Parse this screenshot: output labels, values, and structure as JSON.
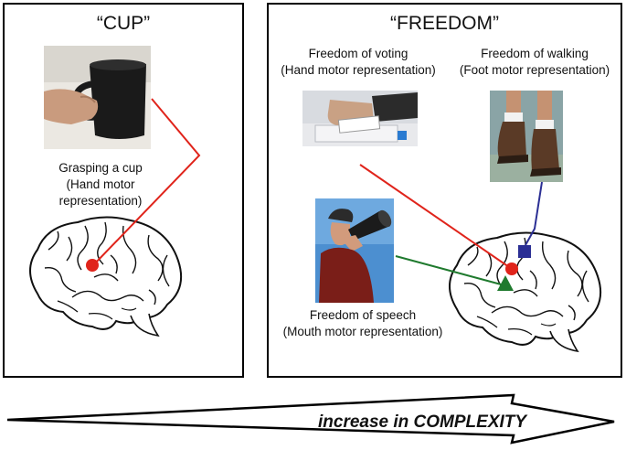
{
  "cup_panel": {
    "title": "“CUP”",
    "caption_lines": [
      "Grasping a cup",
      "(Hand motor",
      "representation)"
    ]
  },
  "freedom_panel": {
    "title": "“FREEDOM”",
    "voting": {
      "line1": "Freedom of voting",
      "line2": "(Hand motor representation)"
    },
    "walking": {
      "line1": "Freedom of walking",
      "line2": "(Foot motor representation)"
    },
    "speech": {
      "line1": "Freedom of speech",
      "line2": "(Mouth motor representation)"
    }
  },
  "arrow": {
    "label": "increase in COMPLEXITY"
  },
  "colors": {
    "hand": "#e0241b",
    "foot": "#2b2f94",
    "mouth": "#1f7a2e"
  }
}
